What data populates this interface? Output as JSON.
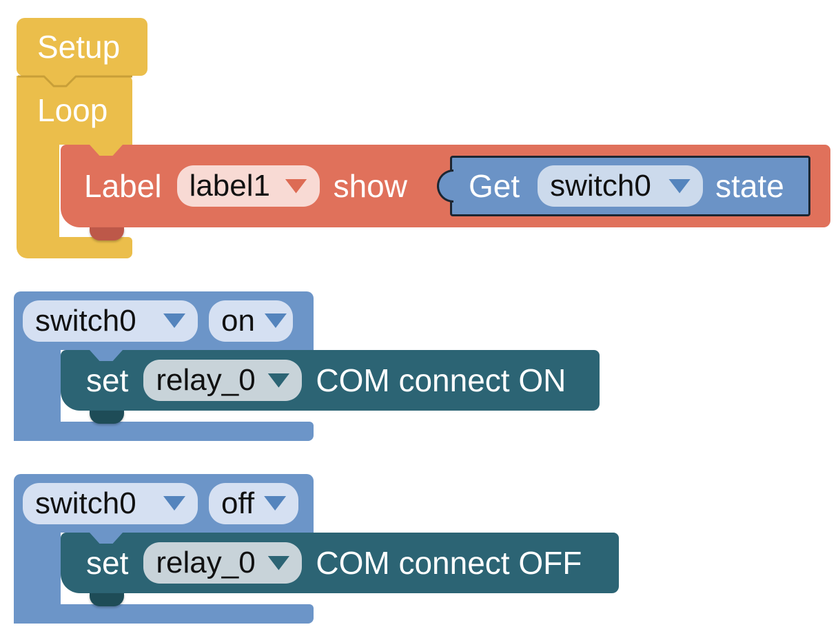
{
  "colors": {
    "event_yellow": "#EBBE4B",
    "label_red": "#E0715B",
    "value_blue": "#6B93C6",
    "hat_blue": "#6C95C8",
    "action_teal": "#2C6474",
    "field_pink": "#F8DAD4",
    "field_light_blue": "#D5E0F2",
    "field_gray": "#C8D3D9",
    "selection_outline": "#1C2632"
  },
  "blocks": {
    "setup": {
      "label": "Setup"
    },
    "loop": {
      "label": "Loop"
    },
    "label_show": {
      "prefix": "Label",
      "name_value": "label1",
      "suffix": "show"
    },
    "get_state": {
      "prefix": "Get",
      "device_value": "switch0",
      "suffix": "state"
    },
    "switch_on": {
      "device_value": "switch0",
      "event_value": "on"
    },
    "relay_on": {
      "prefix": "set",
      "relay_value": "relay_0",
      "action": "COM connect ON"
    },
    "switch_off": {
      "device_value": "switch0",
      "event_value": "off"
    },
    "relay_off": {
      "prefix": "set",
      "relay_value": "relay_0",
      "action": "COM connect OFF"
    }
  }
}
